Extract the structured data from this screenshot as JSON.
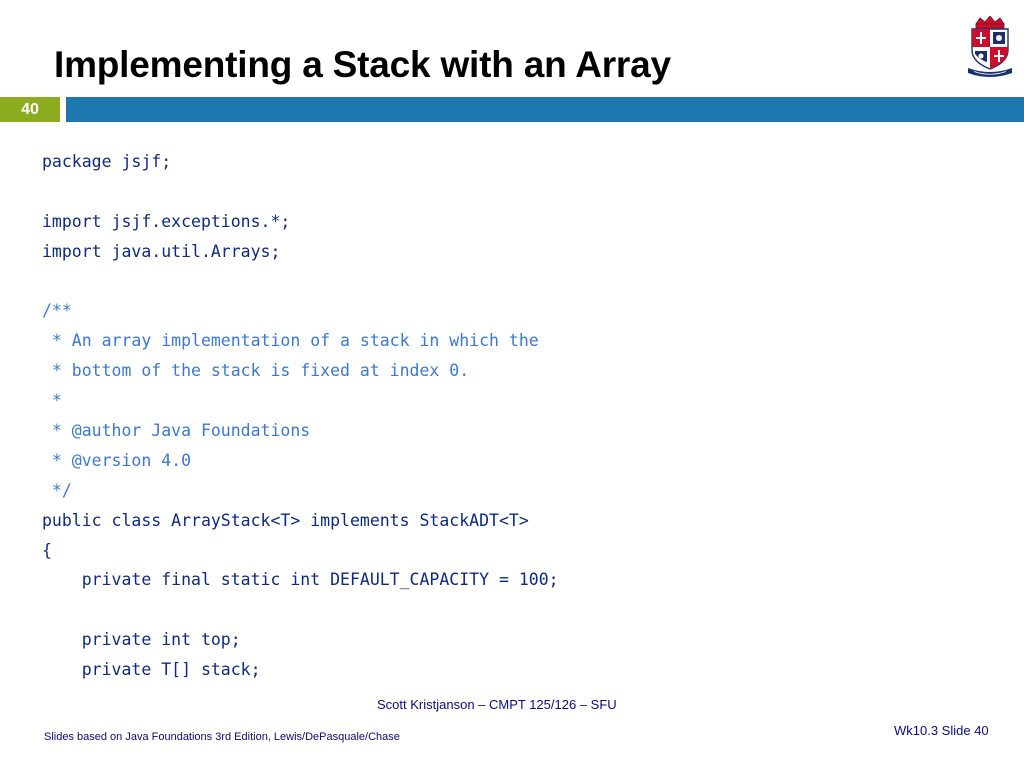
{
  "slide": {
    "title": "Implementing a Stack with an Array",
    "number": "40",
    "logo_icon": "sfu-crest-icon",
    "colors": {
      "header_bar": "#1f78ad",
      "number_box": "#8aac1e",
      "code_text": "#0c2a83",
      "comment_text": "#3a78d6"
    }
  },
  "code": {
    "lines": [
      {
        "text": "package jsjf;",
        "kind": "code"
      },
      {
        "text": "",
        "kind": "code"
      },
      {
        "text": "import jsjf.exceptions.*;",
        "kind": "code"
      },
      {
        "text": "import java.util.Arrays;",
        "kind": "code"
      },
      {
        "text": "",
        "kind": "code"
      },
      {
        "text": "/**",
        "kind": "comment"
      },
      {
        "text": " * An array implementation of a stack in which the",
        "kind": "comment"
      },
      {
        "text": " * bottom of the stack is fixed at index 0.",
        "kind": "comment"
      },
      {
        "text": " *",
        "kind": "comment"
      },
      {
        "text": " * @author Java Foundations",
        "kind": "comment"
      },
      {
        "text": " * @version 4.0",
        "kind": "comment"
      },
      {
        "text": " */",
        "kind": "comment"
      },
      {
        "text": "public class ArrayStack<T> implements StackADT<T>",
        "kind": "code"
      },
      {
        "text": "{",
        "kind": "code"
      },
      {
        "text": "    private final static int DEFAULT_CAPACITY = 100;",
        "kind": "code"
      },
      {
        "text": "",
        "kind": "code"
      },
      {
        "text": "    private int top;",
        "kind": "code"
      },
      {
        "text": "    private T[] stack;",
        "kind": "code"
      }
    ]
  },
  "footer": {
    "center": "Scott Kristjanson – CMPT 125/126 – SFU",
    "left": "Slides based on Java Foundations 3rd Edition, Lewis/DePasquale/Chase",
    "right": "Wk10.3 Slide 40"
  }
}
